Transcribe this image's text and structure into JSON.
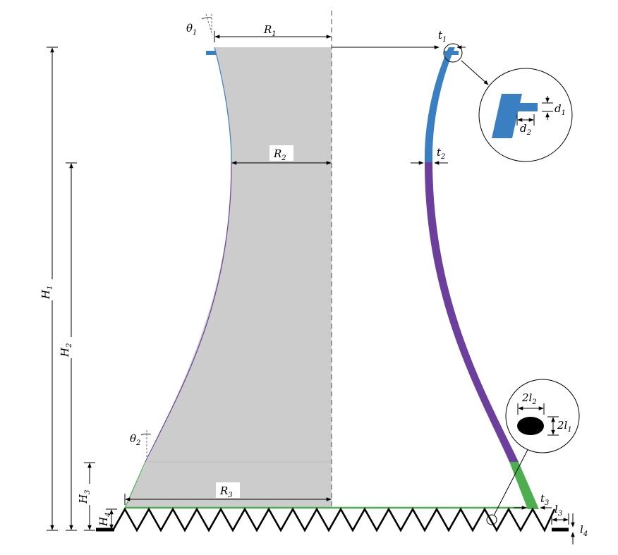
{
  "colors": {
    "tower_fill": "#cccccc",
    "upper_shell": "#3a7fc1",
    "middle_shell": "#6b3f9b",
    "lower_shell": "#4cae4c",
    "columns": "#000000",
    "centerline": "#666666"
  },
  "labels": {
    "theta1": {
      "main": "θ",
      "sub": "1"
    },
    "theta2": {
      "main": "θ",
      "sub": "2"
    },
    "R1": {
      "main": "R",
      "sub": "1"
    },
    "R2": {
      "main": "R",
      "sub": "2"
    },
    "R3": {
      "main": "R",
      "sub": "3"
    },
    "t1": {
      "main": "t",
      "sub": "1"
    },
    "t2": {
      "main": "t",
      "sub": "2"
    },
    "t3": {
      "main": "t",
      "sub": "3"
    },
    "d1": {
      "main": "d",
      "sub": "1"
    },
    "d2": {
      "main": "d",
      "sub": "2"
    },
    "H1": {
      "main": "H",
      "sub": "1"
    },
    "H2": {
      "main": "H",
      "sub": "2"
    },
    "H3": {
      "main": "H",
      "sub": "3"
    },
    "H4": {
      "main": "H",
      "sub": "4"
    },
    "l2x2": {
      "main": "2l",
      "sub": "2"
    },
    "l1x2": {
      "main": "2l",
      "sub": "1"
    },
    "l3": {
      "main": "l",
      "sub": "3"
    },
    "l4": {
      "main": "l",
      "sub": "4"
    }
  }
}
